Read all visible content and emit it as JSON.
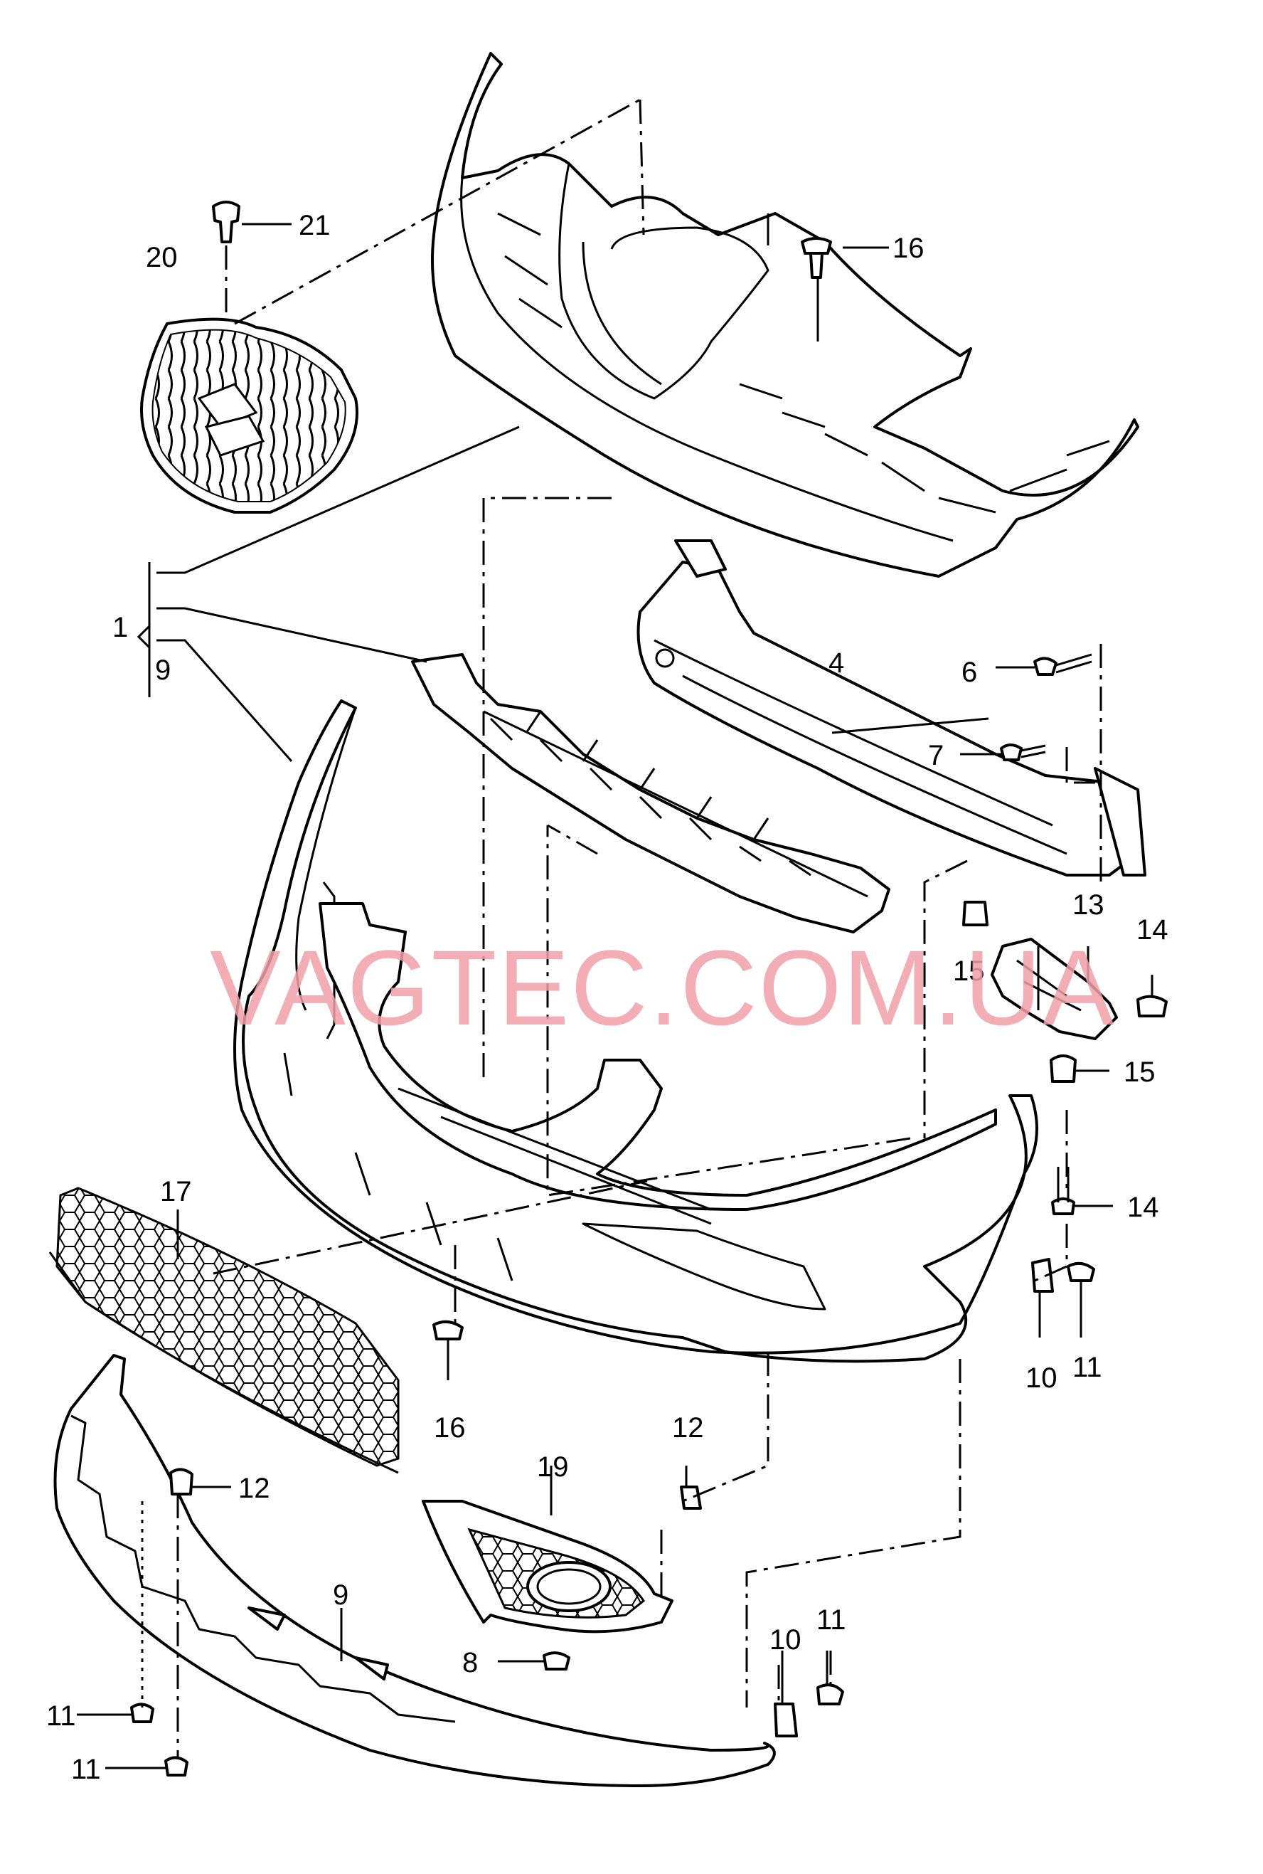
{
  "watermark": "VAGTEC.COM.UA",
  "callouts": [
    {
      "id": "c21",
      "text": "21"
    },
    {
      "id": "c20",
      "text": "20"
    },
    {
      "id": "c16a",
      "text": "16"
    },
    {
      "id": "c1",
      "text": "1"
    },
    {
      "id": "c9a",
      "text": "9"
    },
    {
      "id": "c4",
      "text": "4"
    },
    {
      "id": "c6",
      "text": "6"
    },
    {
      "id": "c7",
      "text": "7"
    },
    {
      "id": "c13",
      "text": "13"
    },
    {
      "id": "c14a",
      "text": "14"
    },
    {
      "id": "c15a",
      "text": "15"
    },
    {
      "id": "c15b",
      "text": "15"
    },
    {
      "id": "c14b",
      "text": "14"
    },
    {
      "id": "c17",
      "text": "17"
    },
    {
      "id": "c10a",
      "text": "10"
    },
    {
      "id": "c11a",
      "text": "11"
    },
    {
      "id": "c16b",
      "text": "16"
    },
    {
      "id": "c12a",
      "text": "12"
    },
    {
      "id": "c19",
      "text": "19"
    },
    {
      "id": "c12b",
      "text": "12"
    },
    {
      "id": "c9b",
      "text": "9"
    },
    {
      "id": "c8",
      "text": "8"
    },
    {
      "id": "c10b",
      "text": "10"
    },
    {
      "id": "c11b",
      "text": "11"
    },
    {
      "id": "c11c",
      "text": "11"
    },
    {
      "id": "c11d",
      "text": "11"
    }
  ]
}
